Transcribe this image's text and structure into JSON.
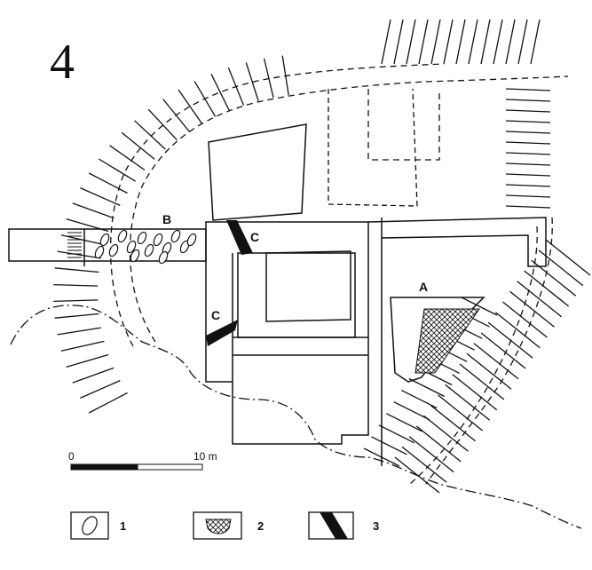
{
  "figure_number": "4",
  "labels": {
    "area_a": "A",
    "area_b": "B",
    "trench_c_upper": "C",
    "trench_c_lower": "C"
  },
  "scale_bar": {
    "start_label": "0",
    "end_label": "10 m"
  },
  "legend": [
    {
      "key": "1",
      "symbol": "stone-outline-icon"
    },
    {
      "key": "2",
      "symbol": "crosshatch-icon"
    },
    {
      "key": "3",
      "symbol": "black-band-icon"
    }
  ],
  "colors": {
    "ink": "#111111",
    "paper": "#ffffff"
  }
}
